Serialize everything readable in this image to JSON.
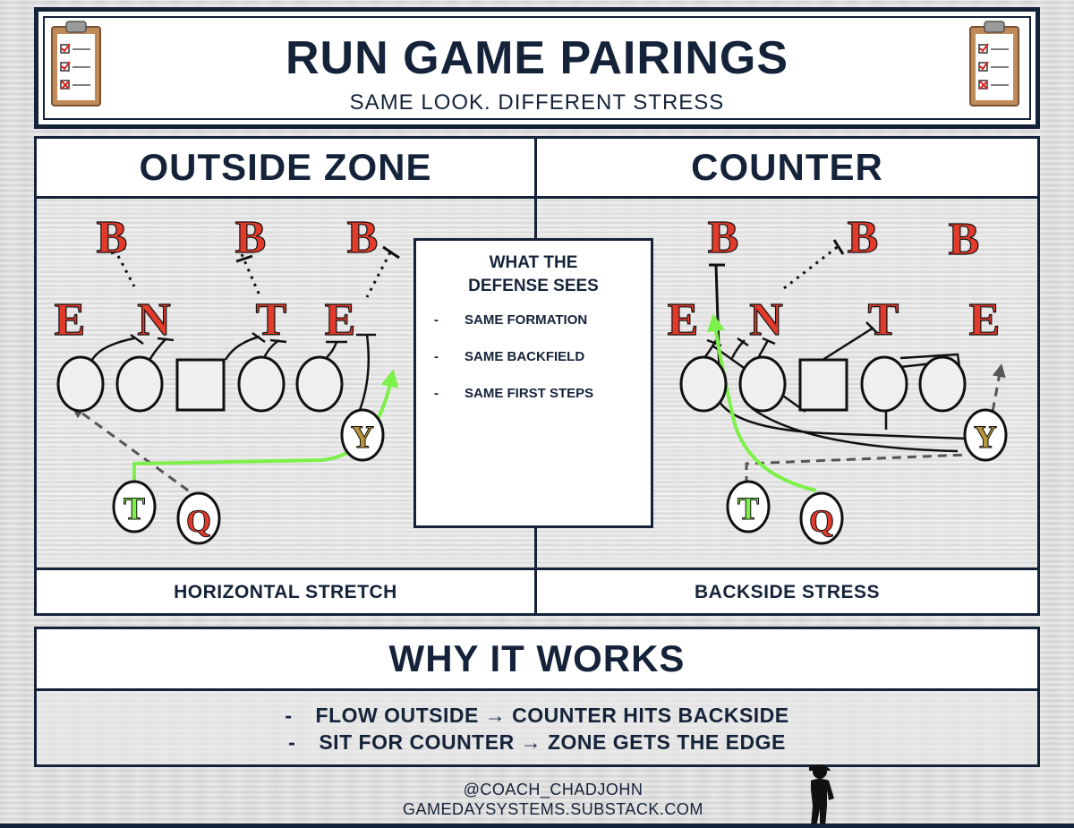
{
  "header": {
    "title": "RUN GAME PAIRINGS",
    "subtitle": "SAME LOOK. DIFFERENT STRESS"
  },
  "plays": [
    {
      "name": "OUTSIDE ZONE",
      "caption": "HORIZONTAL STRETCH"
    },
    {
      "name": "COUNTER",
      "caption": "BACKSIDE STRESS"
    }
  ],
  "defense_sees": {
    "title_line1": "WHAT THE",
    "title_line2": "DEFENSE SEES",
    "items": [
      "SAME FORMATION",
      "SAME BACKFIELD",
      "SAME FIRST STEPS"
    ]
  },
  "why": {
    "title": "WHY IT WORKS",
    "lines": [
      "FLOW OUTSIDE → COUNTER HITS BACKSIDE",
      "SIT FOR COUNTER → ZONE GETS THE EDGE"
    ]
  },
  "credits": {
    "handle": "@COACH_CHADJOHN",
    "site": "GAMEDAYSYSTEMS.SUBSTACK.COM"
  },
  "player_labels": {
    "backer": "B",
    "end": "E",
    "nose": "N",
    "tackle": "T",
    "tailback": "T",
    "quarterback": "Q",
    "tight_end": "Y",
    "bullet": "-"
  },
  "colors": {
    "navy": "#15233a",
    "defense_red": "#e23a2b",
    "path_green": "#7df04a",
    "tight_end_gold": "#b8953a"
  }
}
